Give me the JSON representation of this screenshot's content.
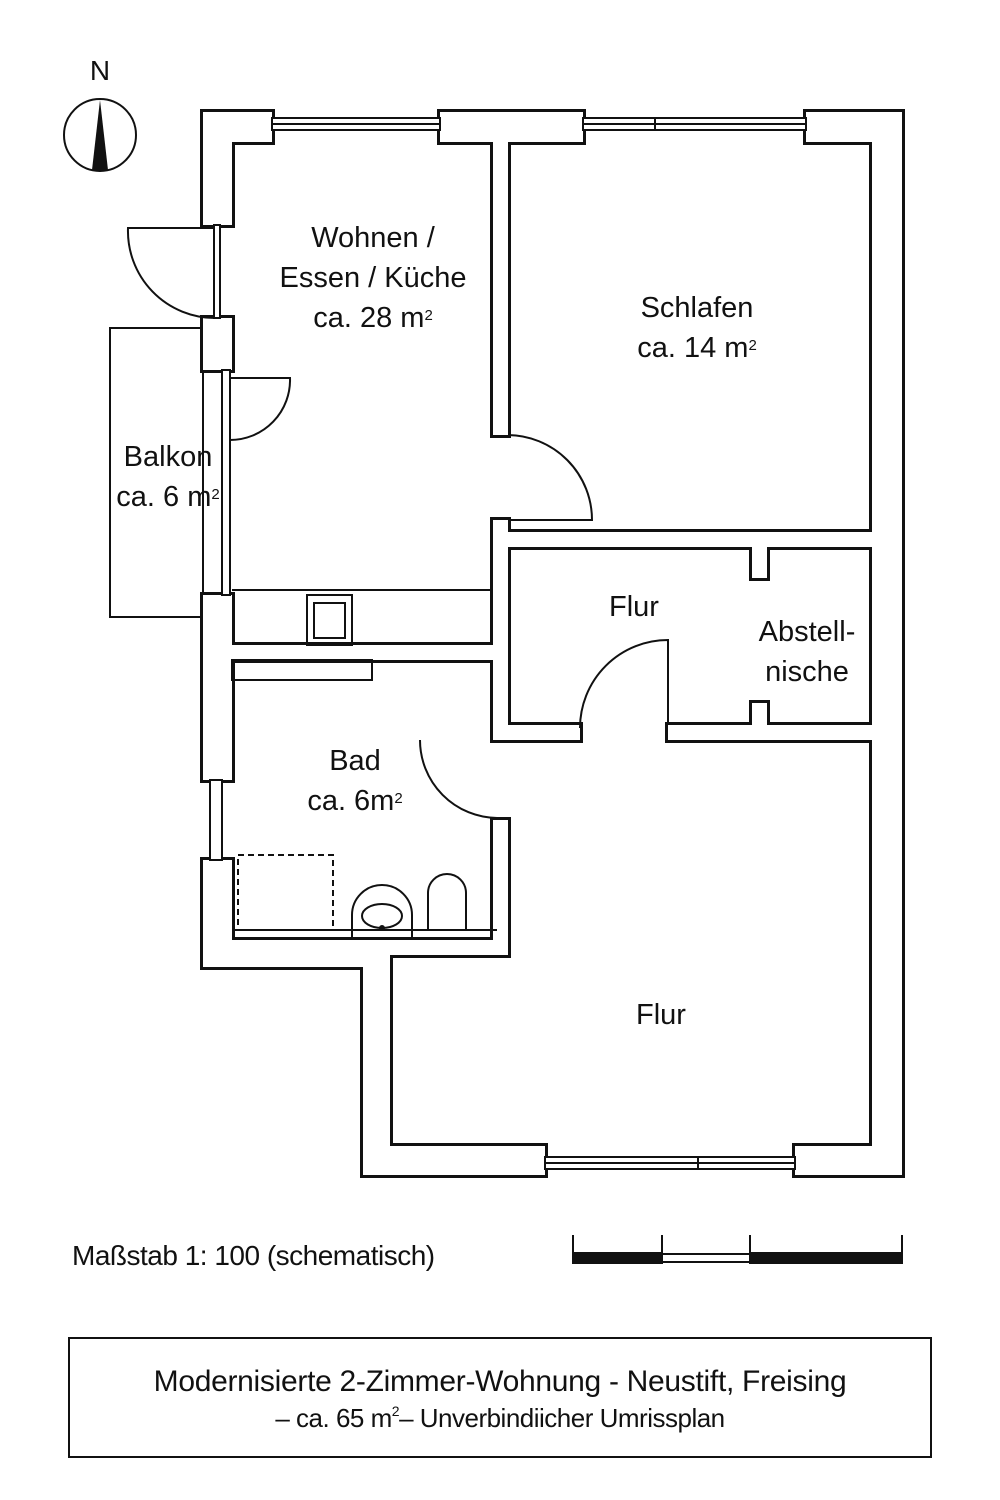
{
  "compass": {
    "label": "N"
  },
  "rooms": {
    "wohnen": {
      "line1": "Wohnen /",
      "line2": "Essen / Küche",
      "area": "ca. 28 m",
      "sup": "2"
    },
    "schlafen": {
      "line1": "Schlafen",
      "area": "ca. 14 m",
      "sup": "2"
    },
    "balkon": {
      "line1": "Balkon",
      "area": "ca. 6 m",
      "sup": "2"
    },
    "flur_upper": {
      "line1": "Flur"
    },
    "abstell": {
      "line1": "Abstell-",
      "line2": "nische"
    },
    "bad": {
      "line1": "Bad",
      "area": "ca. 6m",
      "sup": "2"
    },
    "flur_lower": {
      "line1": "Flur"
    }
  },
  "scale": {
    "label": "Maßstab 1: 100 (schematisch)"
  },
  "title": {
    "main": "Modernisierte 2-Zimmer-Wohnung - Neustift, Freising",
    "sub_prefix": "– ca. ",
    "sub_area": "65 m",
    "sub_sup": "2",
    "sub_suffix": "– Unverbindiicher Umrissplan"
  },
  "colors": {
    "line": "#111111",
    "background": "#ffffff"
  }
}
